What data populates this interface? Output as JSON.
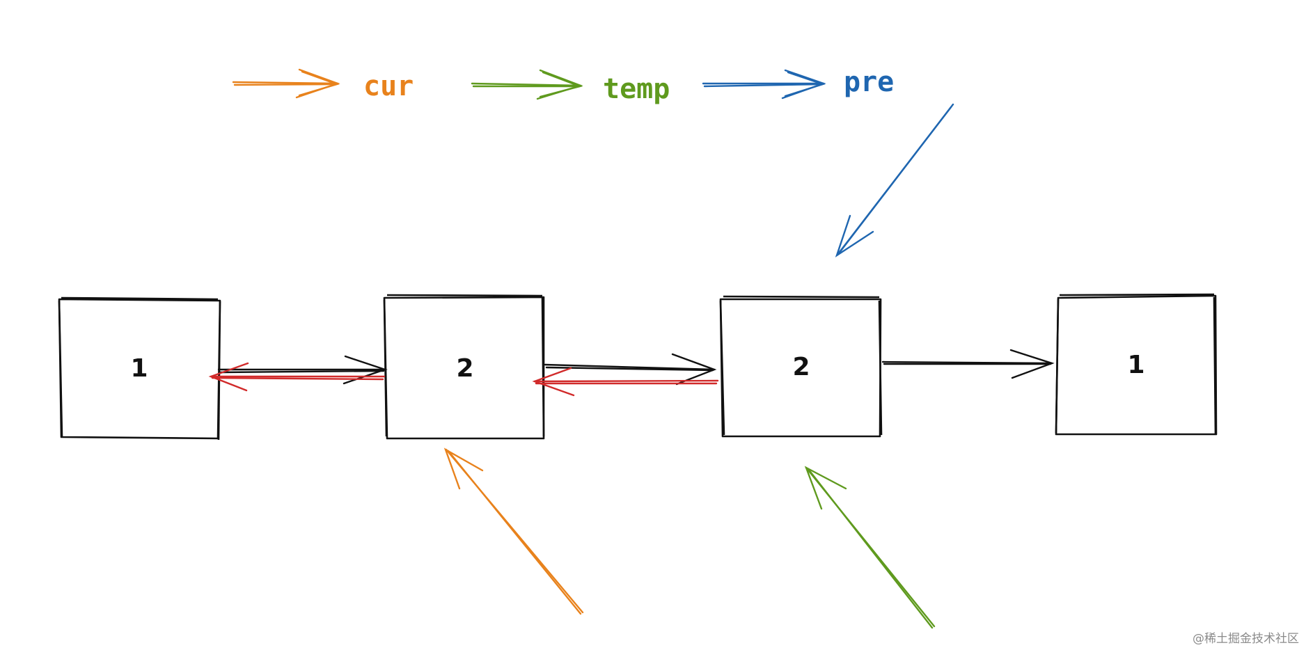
{
  "legend": [
    {
      "label": "cur",
      "color": "#e8821c"
    },
    {
      "label": "temp",
      "color": "#5f9a1e"
    },
    {
      "label": "pre",
      "color": "#1f66b0"
    }
  ],
  "nodes": [
    {
      "value": "1"
    },
    {
      "value": "2"
    },
    {
      "value": "2"
    },
    {
      "value": "1"
    }
  ],
  "colors": {
    "link": "#111111",
    "reversed_link": "#d12a2a"
  },
  "watermark": "@稀土掘金技术社区"
}
